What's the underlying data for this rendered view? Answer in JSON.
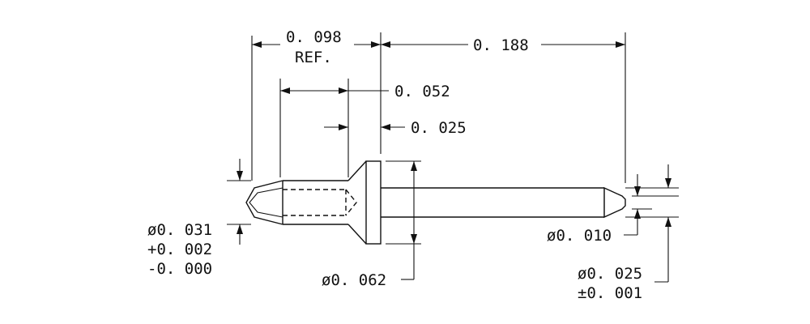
{
  "dimensions": {
    "overall_ref": "0. 098",
    "overall_ref_note": "REF.",
    "pin_length": "0. 188",
    "tip_length": "0. 052",
    "flange_thickness": "0. 025",
    "head_diameter": "ø0. 031",
    "head_tol_plus": "+0. 002",
    "head_tol_minus": "-0. 000",
    "flange_diameter": "ø0. 062",
    "pin_tip_diameter": "ø0. 010",
    "pin_diameter": "ø0. 025",
    "pin_tol": "±0. 001"
  }
}
